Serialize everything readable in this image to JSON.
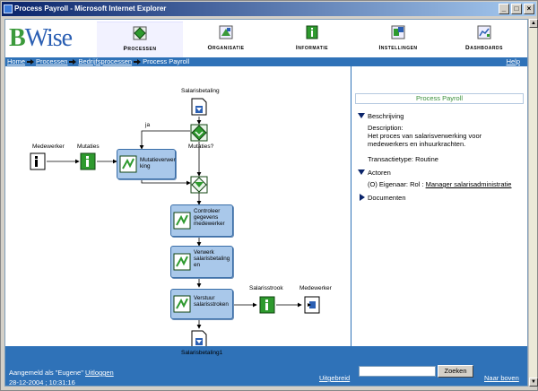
{
  "window": {
    "title": "Process Payroll - Microsoft Internet Explorer",
    "buttons": [
      "_",
      "□",
      "×"
    ]
  },
  "logo": {
    "first": "B",
    "rest": "Wise"
  },
  "nav": [
    {
      "label": "Processen",
      "active": true,
      "icon": "process-diamond-icon"
    },
    {
      "label": "Organisatie",
      "active": false,
      "icon": "organisation-icon"
    },
    {
      "label": "Informatie",
      "active": false,
      "icon": "information-icon"
    },
    {
      "label": "Instellingen",
      "active": false,
      "icon": "settings-icon"
    },
    {
      "label": "Dashboards",
      "active": false,
      "icon": "dashboard-chart-icon"
    }
  ],
  "breadcrumb": {
    "home": "Home",
    "processen": "Processen",
    "bedrijfsprocessen": "Bedrijfsprocessen",
    "current": "Process Payroll",
    "help": "Help"
  },
  "diagram": {
    "salarisbetaling": "Salarisbetaling",
    "mutaties_q": "Mutaties?",
    "ja": "ja",
    "medewerker_left": "Medewerker",
    "mutaties": "Mutaties",
    "mutatieverwerking": "Mutatieverwer king",
    "controleer": "Controleer gegevens medewerker",
    "verwerk": "Verwerk salarisbetaling en",
    "verstuur": "Verstuur salarisstroken",
    "salarisstrook": "Salarisstrook",
    "medewerker_right": "Medewerker",
    "salarisbetaling1": "Salarisbetaling1"
  },
  "panel": {
    "title": "Process Payroll",
    "beschrijving": "Beschrijving",
    "description_label": "Description:",
    "description_text": "Het proces van salarisverwerking voor medewerkers en inhuurkrachten.",
    "transactietype": "Transactietype: Routine",
    "actoren": "Actoren",
    "actor_prefix": "(O) Eigenaar: Rol : ",
    "actor_link": "Manager salarisadministratie",
    "documenten": "Documenten"
  },
  "footer": {
    "logged_in": "Aangemeld als \"Eugene\"",
    "logout": "Uitloggen",
    "datetime": "28-12-2004 ; 10:31:16",
    "advanced": "Uitgebreid",
    "search_button": "Zoeken",
    "top_link": "Naar boven"
  },
  "colors": {
    "brand_blue": "#2f72b8",
    "box_fill": "#a9c8ea",
    "title_green": "#3b8f3b"
  }
}
